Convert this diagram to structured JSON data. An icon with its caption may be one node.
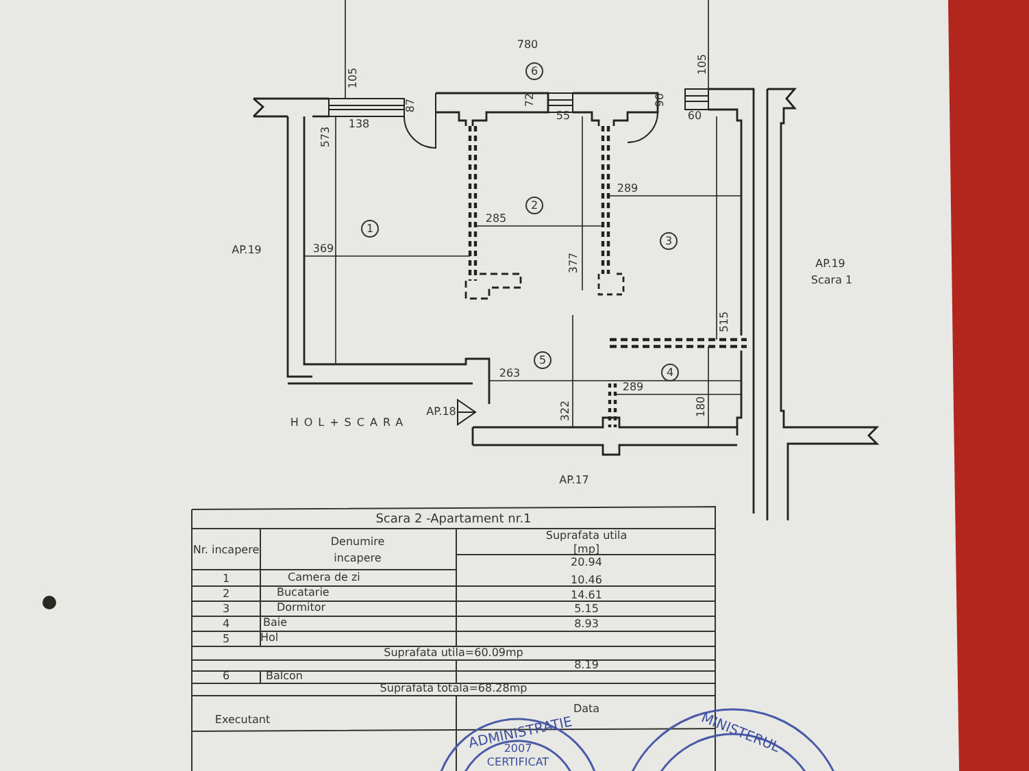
{
  "diagram": {
    "nodes": [
      {
        "text": [
          "6"
        ]
      },
      {
        "text": [
          "1"
        ]
      },
      {
        "text": [
          "2"
        ]
      },
      {
        "text": [
          "3"
        ]
      },
      {
        "text": [
          "5"
        ]
      },
      {
        "text": [
          "4"
        ]
      }
    ],
    "labels": [
      "780",
      "105",
      "105",
      "87",
      "72",
      "90",
      "138",
      "55",
      "60",
      "573",
      "289",
      "285",
      "369",
      "377",
      "515",
      "263",
      "289",
      "322",
      "180",
      "AP.19",
      "AP.19",
      "Scara 1",
      "HOL+SCARA",
      "AP.18",
      "AP.17",
      "Scara 2 -Apartament nr.1",
      "Nr. incapere",
      "Denumire incapere",
      "Suprafata utila [mp]",
      "20.94",
      "1",
      "Camera de zi",
      "10.46",
      "2",
      "Bucatarie",
      "14.61",
      "3",
      "Dormitor",
      "5.15",
      "4",
      "Baie",
      "8.93",
      "5",
      "Hol",
      "Suprafata utila=60.09mp",
      "8.19",
      "6",
      "Balcon",
      "Suprafata totala=68.28mp",
      "Data",
      "Executant",
      "ADMINISTRATIE",
      "CERTIFICAT",
      "2007",
      "MINISTERUL"
    ]
  }
}
